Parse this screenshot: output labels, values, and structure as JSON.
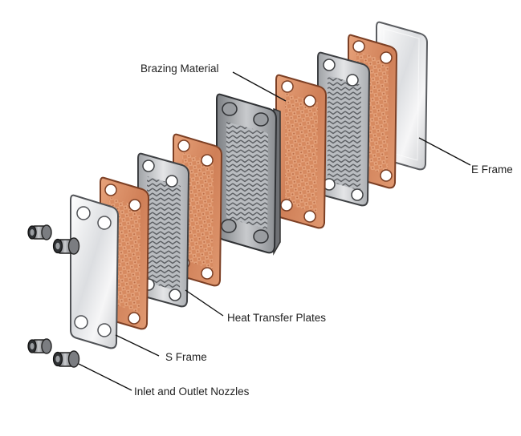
{
  "labels": {
    "brazing": "Brazing Material",
    "e_frame": "E Frame",
    "heat_transfer": "Heat Transfer Plates",
    "s_frame": "S Frame",
    "nozzles": "Inlet and Outlet Nozzles"
  },
  "colors": {
    "copper": "#d38a62",
    "copper_dark": "#9b5636",
    "steel": "#c7c9cc",
    "steel_dark": "#6f7276",
    "frame": "#e9eaec"
  }
}
